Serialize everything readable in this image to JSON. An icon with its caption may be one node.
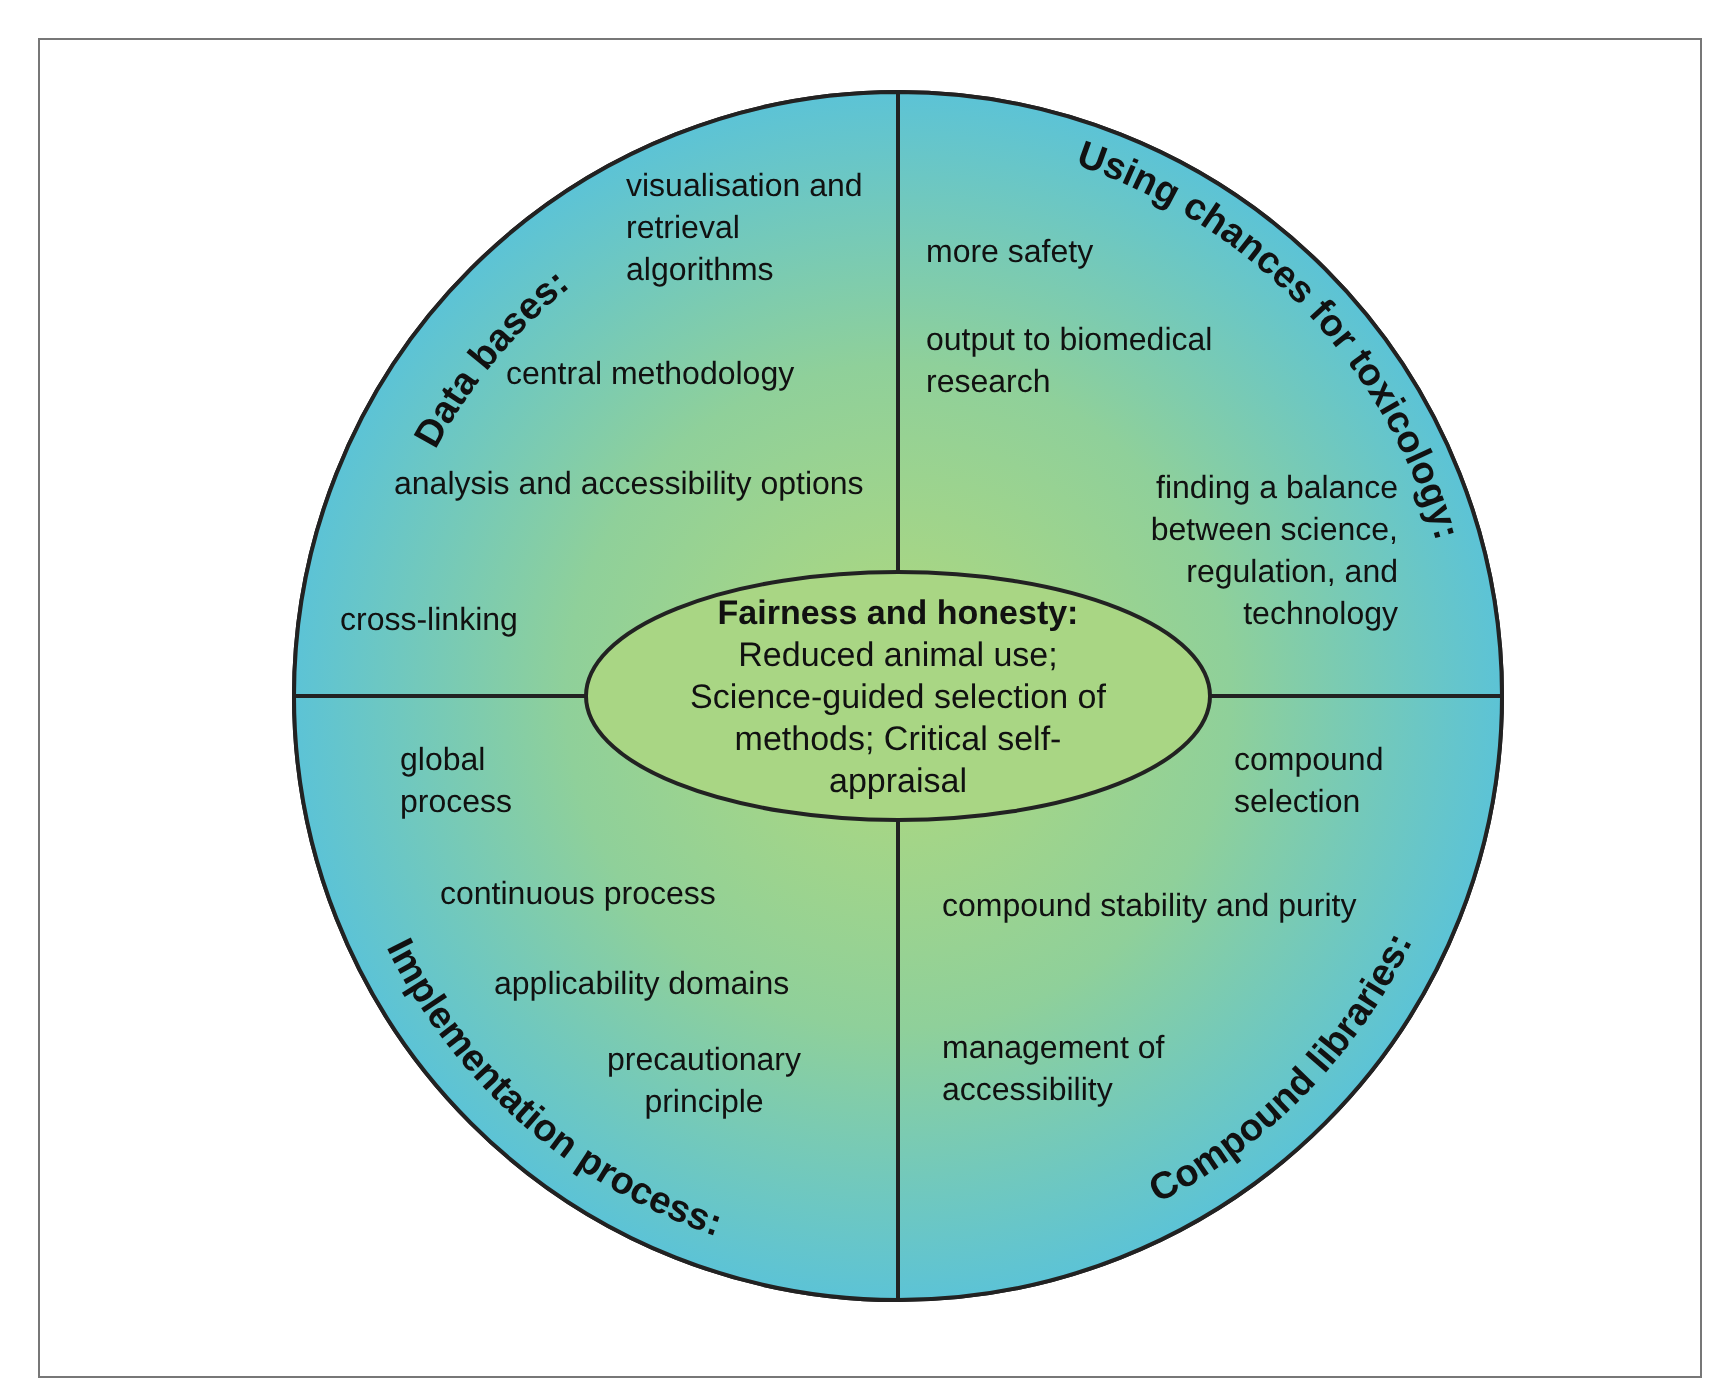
{
  "diagram": {
    "nodes": [
      {
        "text": [],
        "shape": "circle"
      },
      {
        "text": [
          "Data bases:",
          "visualisation and retrieval algorithms",
          "central methodology",
          "analysis and accessibility options",
          "cross-linking"
        ],
        "in": 0
      },
      {
        "text": [
          "Using chances for toxicology:",
          "more safety",
          "output to biomedical research",
          "finding a balance between science, regulation, and technology"
        ],
        "in": 0
      },
      {
        "text": [
          "Fairness and honesty:",
          "Reduced animal use; Science-guided selection of methods; Critical self-appraisal"
        ],
        "in": 0
      },
      {
        "text": [
          "global process",
          "continuous process",
          "applicability domains",
          "precautionary principle",
          "Implementation process:"
        ],
        "in": 0
      },
      {
        "text": [
          "compound selection",
          "compound stability and purity",
          "management of accessibility",
          "Compound libraries:"
        ],
        "in": 0
      }
    ],
    "edges": []
  }
}
